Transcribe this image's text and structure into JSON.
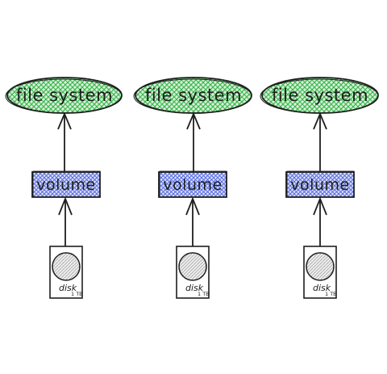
{
  "diagram": {
    "columns": [
      {
        "filesystem_label": "file system",
        "volume_label": "volume",
        "disk_label": "disk",
        "disk_capacity": "1 TB"
      },
      {
        "filesystem_label": "file system",
        "volume_label": "volume",
        "disk_label": "disk",
        "disk_capacity": "1 TB"
      },
      {
        "filesystem_label": "file system",
        "volume_label": "volume",
        "disk_label": "disk",
        "disk_capacity": "1 TB"
      }
    ],
    "colors": {
      "filesystem_fill": "#3fb84f",
      "volume_fill": "#5b6fe0",
      "stroke": "#1e1e1e",
      "platter_fill": "#c9c9c9"
    }
  }
}
